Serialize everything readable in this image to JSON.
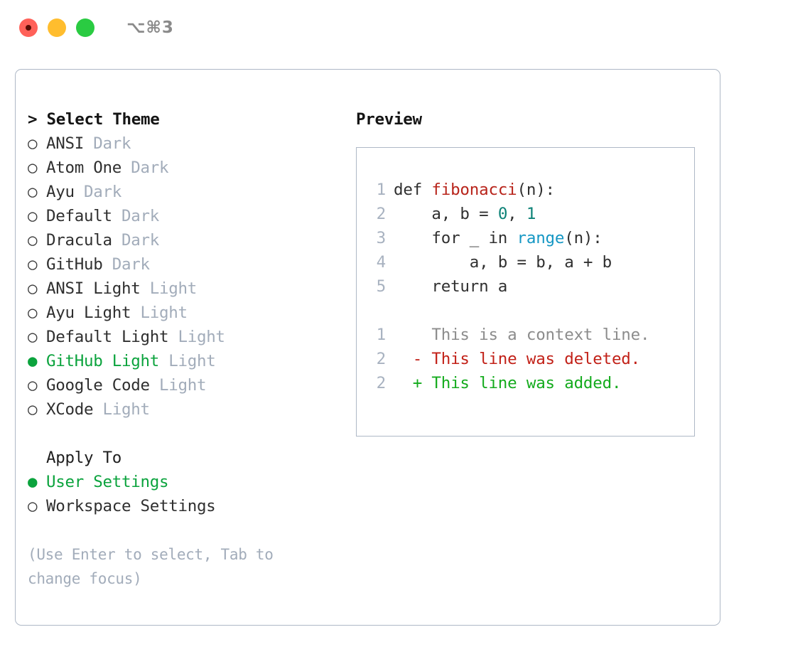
{
  "titlebar": {
    "shortcut": "⌥⌘3",
    "lights": [
      {
        "name": "close",
        "color": "#ff6159"
      },
      {
        "name": "minimize",
        "color": "#ffbd2e"
      },
      {
        "name": "maximize",
        "color": "#2acb42"
      }
    ]
  },
  "theme_list": {
    "header": "> Select Theme",
    "marker_off": "○",
    "marker_on": "●",
    "items": [
      {
        "name": "ANSI",
        "variant": "Dark",
        "selected": false
      },
      {
        "name": "Atom One",
        "variant": "Dark",
        "selected": false
      },
      {
        "name": "Ayu",
        "variant": "Dark",
        "selected": false
      },
      {
        "name": "Default",
        "variant": "Dark",
        "selected": false
      },
      {
        "name": "Dracula",
        "variant": "Dark",
        "selected": false
      },
      {
        "name": "GitHub",
        "variant": "Dark",
        "selected": false
      },
      {
        "name": "ANSI Light",
        "variant": "Light",
        "selected": false
      },
      {
        "name": "Ayu Light",
        "variant": "Light",
        "selected": false
      },
      {
        "name": "Default Light",
        "variant": "Light",
        "selected": false
      },
      {
        "name": "GitHub Light",
        "variant": "Light",
        "selected": true
      },
      {
        "name": "Google Code",
        "variant": "Light",
        "selected": false
      },
      {
        "name": "XCode",
        "variant": "Light",
        "selected": false
      }
    ]
  },
  "apply_to": {
    "header": "Apply To",
    "options": [
      {
        "label": "User Settings",
        "selected": true
      },
      {
        "label": "Workspace Settings",
        "selected": false
      }
    ]
  },
  "hint": "(Use Enter to select, Tab to change focus)",
  "preview": {
    "title": "Preview",
    "code_lines": [
      {
        "num": "1",
        "segments": [
          {
            "text": "def ",
            "type": "plain"
          },
          {
            "text": "fibonacci",
            "type": "fn"
          },
          {
            "text": "(n):",
            "type": "plain"
          }
        ]
      },
      {
        "num": "2",
        "segments": [
          {
            "text": "    a, b = ",
            "type": "plain"
          },
          {
            "text": "0",
            "type": "num"
          },
          {
            "text": ", ",
            "type": "plain"
          },
          {
            "text": "1",
            "type": "num"
          }
        ]
      },
      {
        "num": "3",
        "segments": [
          {
            "text": "    for _ in ",
            "type": "plain"
          },
          {
            "text": "range",
            "type": "builtin"
          },
          {
            "text": "(n):",
            "type": "plain"
          }
        ]
      },
      {
        "num": "4",
        "segments": [
          {
            "text": "        a, b = b, a + b",
            "type": "plain"
          }
        ]
      },
      {
        "num": "5",
        "segments": [
          {
            "text": "    return a",
            "type": "plain"
          }
        ]
      }
    ],
    "diff_lines": [
      {
        "num": "1",
        "prefix": "  ",
        "text": "This is a context line.",
        "kind": "ctx"
      },
      {
        "num": "2",
        "prefix": "- ",
        "text": "This line was deleted.",
        "kind": "del"
      },
      {
        "num": "2",
        "prefix": "+ ",
        "text": "This line was added.",
        "kind": "add"
      }
    ]
  },
  "colors": {
    "accent_green": "#0ba33d",
    "diff_add": "#14ab1d",
    "diff_del": "#c22118",
    "code_fn": "#b8241b",
    "code_num": "#0d8277",
    "code_builtin": "#1597c4",
    "muted": "#a2acba",
    "border": "#aeb8c6"
  }
}
